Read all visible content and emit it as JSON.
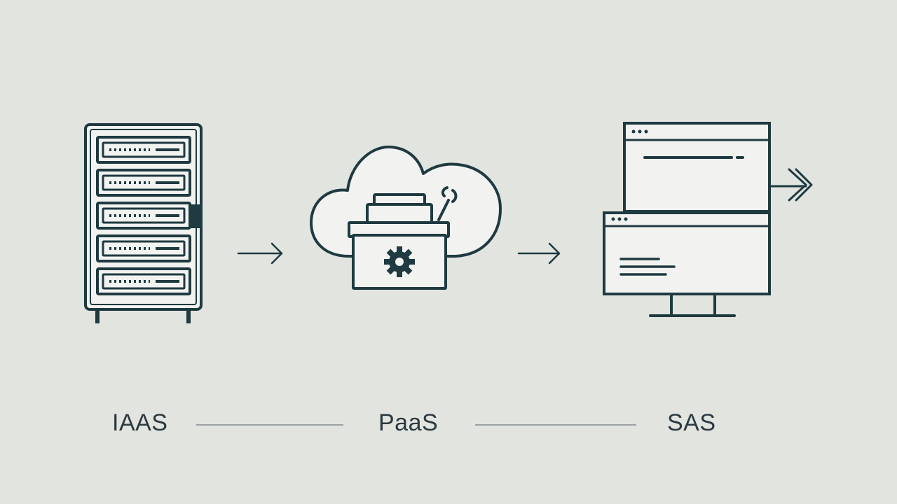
{
  "labels": {
    "iaas": "IAAS",
    "paas": "PaaS",
    "saas": "SAS"
  },
  "colors": {
    "background": "#e2e4e0",
    "stroke": "#1f3a40",
    "fill": "#f2f3f1",
    "text": "#2b3a40",
    "connector": "#9aa2a2"
  },
  "icons": {
    "iaas": "server-rack-icon",
    "paas": "cloud-toolbox-icon",
    "saas": "monitor-windows-icon"
  }
}
